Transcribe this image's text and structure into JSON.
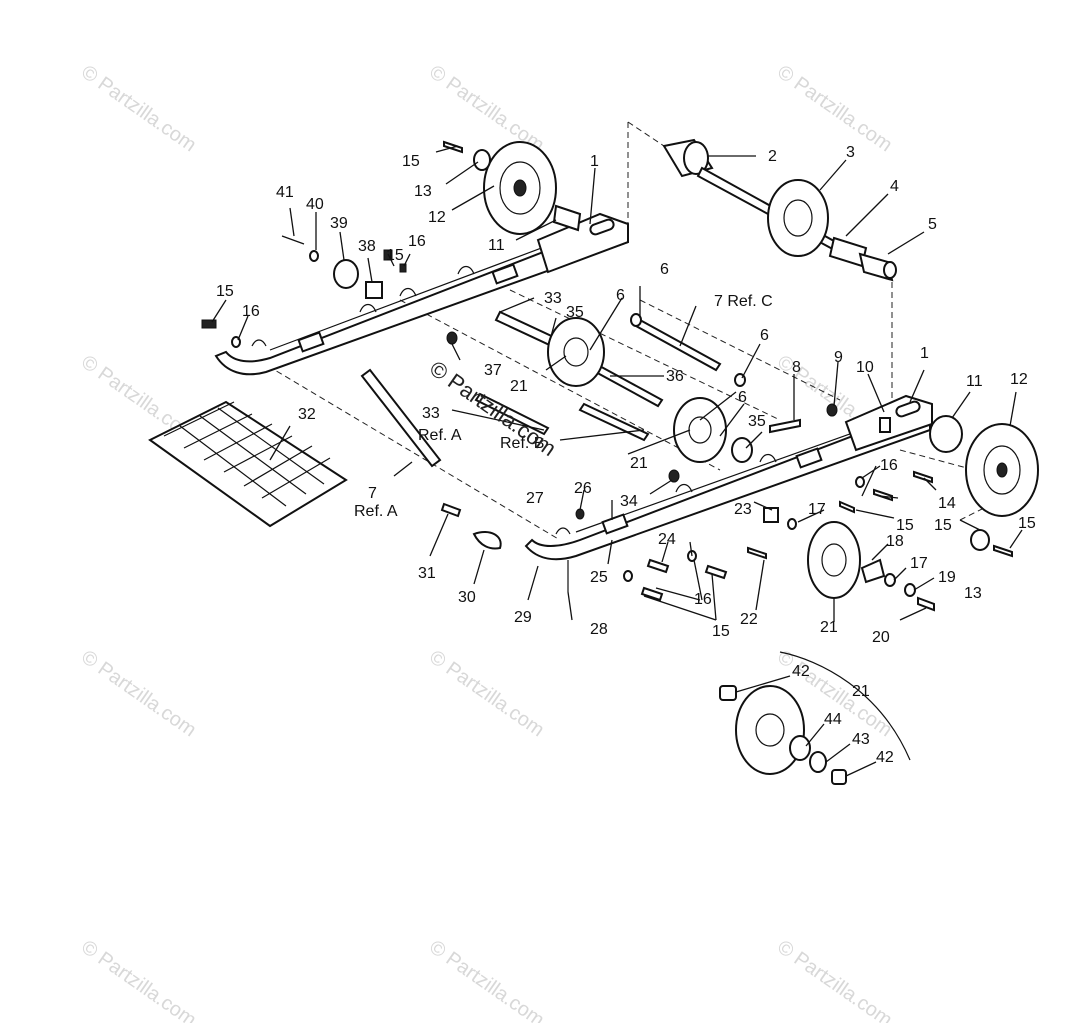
{
  "watermark": {
    "text": "© Partzilla.com",
    "center_text": "© Partzilla.com"
  },
  "callouts": {
    "c1a": "1",
    "c1b": "1",
    "c2": "2",
    "c3": "3",
    "c4": "4",
    "c5": "5",
    "c6a": "6",
    "c6b": "6",
    "c6c": "6",
    "c6d": "6",
    "c7refc": "7 Ref. C",
    "c7": "7",
    "c7refa": "Ref. A",
    "c8": "8",
    "c9": "9",
    "c10": "10",
    "c11a": "11",
    "c11b": "11",
    "c12a": "12",
    "c12b": "12",
    "c13a": "13",
    "c13b": "13",
    "c14": "14",
    "c15a": "15",
    "c15b": "15",
    "c15c": "15",
    "c15d": "15",
    "c15e": "15",
    "c15f": "15",
    "c15g": "15",
    "c16a": "16",
    "c16b": "16",
    "c16c": "16",
    "c16d": "16",
    "c17a": "17",
    "c17b": "17",
    "c18": "18",
    "c19": "19",
    "c20": "20",
    "c21a": "21",
    "c21b": "21",
    "c21c": "21",
    "c21d": "21",
    "c22": "22",
    "c23": "23",
    "c24": "24",
    "c25": "25",
    "c26": "26",
    "c27": "27",
    "c28": "28",
    "c29": "29",
    "c30": "30",
    "c31": "31",
    "c32": "32",
    "c33": "33",
    "c33refa": "Ref. A",
    "c33b": "33",
    "crefb": "Ref. B",
    "c34": "34",
    "c35a": "35",
    "c35b": "35",
    "c36": "36",
    "c37": "37",
    "c38": "38",
    "c39": "39",
    "c40": "40",
    "c41": "41",
    "c42a": "42",
    "c42b": "42",
    "c43": "43",
    "c44": "44"
  }
}
